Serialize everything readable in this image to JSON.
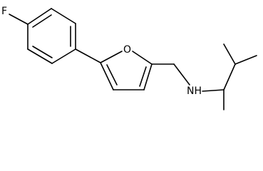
{
  "molecule": {
    "atoms": {
      "fluorine": "F",
      "furan_oxygen": "O",
      "amine_nitrogen": "NH"
    },
    "colors": {
      "bond": "#000000",
      "label": "#000000",
      "background": "#ffffff"
    }
  }
}
